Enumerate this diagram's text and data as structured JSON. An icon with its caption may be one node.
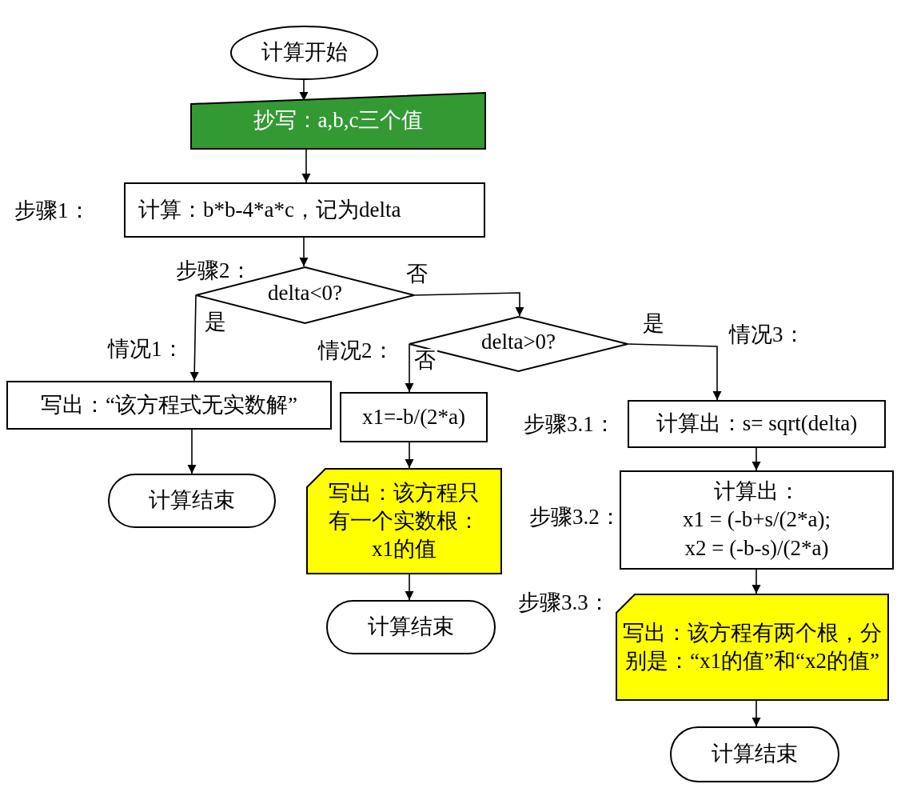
{
  "diagram": {
    "nodes": [
      {
        "text": [
          "计算开始"
        ]
      },
      {
        "text": [
          "抄写：a,b,c三个值"
        ]
      },
      {
        "text": [
          "计算：b*b-4*a*c，记为delta"
        ],
        "beside": [
          "步骤1："
        ]
      },
      {
        "text": [
          "delta<0?"
        ],
        "beside": [
          "步骤2："
        ]
      },
      {
        "text": [
          "delta>0?"
        ],
        "beside": [
          "情况2："
        ]
      },
      {
        "text": [
          "写出：“该方程式无实数解”"
        ],
        "beside": [
          "情况1："
        ]
      },
      {
        "text": [
          "计算结束"
        ]
      },
      {
        "text": [
          "x1=-b/(2*a)"
        ]
      },
      {
        "text": [
          "写出：该方程只有一个实数根：x1的值"
        ]
      },
      {
        "text": [
          "计算结束"
        ]
      },
      {
        "text": [
          "计算出：s= sqrt(delta)"
        ],
        "beside": [
          "情况3：",
          "步骤3.1："
        ]
      },
      {
        "text": [
          "计算出：",
          "x1 = (-b+s/(2*a);",
          "x2 = (-b-s)/(2*a)"
        ],
        "beside": [
          "步骤3.2："
        ]
      },
      {
        "text": [
          "写出：该方程有两个根，分别是：“x1的值”和“x2的值”"
        ],
        "beside": [
          "步骤3.3："
        ]
      },
      {
        "text": [
          "计算结束"
        ]
      }
    ],
    "edges": [
      {
        "from": 0,
        "to": 1,
        "arrow": "to"
      },
      {
        "from": 1,
        "to": 2,
        "arrow": "to"
      },
      {
        "from": 2,
        "to": 3,
        "arrow": "to"
      },
      {
        "from": 3,
        "to": 5,
        "arrow": "to",
        "label": "是"
      },
      {
        "from": 3,
        "to": 4,
        "arrow": "to",
        "label": "否"
      },
      {
        "from": 4,
        "to": 7,
        "arrow": "to",
        "label": "否"
      },
      {
        "from": 4,
        "to": 10,
        "arrow": "to",
        "label": "是"
      },
      {
        "from": 5,
        "to": 6,
        "arrow": "to"
      },
      {
        "from": 7,
        "to": 8,
        "arrow": "to"
      },
      {
        "from": 8,
        "to": 9,
        "arrow": "to"
      },
      {
        "from": 10,
        "to": 11,
        "arrow": "to"
      },
      {
        "from": 11,
        "to": 12,
        "arrow": "to"
      },
      {
        "from": 12,
        "to": 13,
        "arrow": "to"
      }
    ]
  }
}
